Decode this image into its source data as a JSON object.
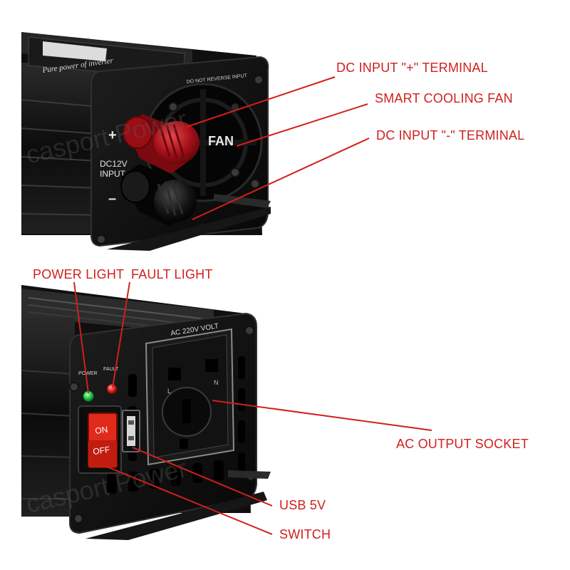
{
  "top_panel": {
    "warning_text": "DO NOT REVERSE INPUT",
    "polarity_plus": "+",
    "polarity_minus": "–",
    "input_label_line1": "DC12V",
    "input_label_line2": "INPUT",
    "fan_label": "FAN",
    "label_strip_text": "Pure power of inverter"
  },
  "bottom_panel": {
    "voltage_label": "AC 220V VOLT",
    "power_led_label": "POWER",
    "fault_led_label": "FAULT",
    "switch_on": "ON",
    "switch_off": "OFF",
    "socket_mark_l": "L",
    "socket_mark_n": "N"
  },
  "callouts": {
    "dc_plus": "DC INPUT \"+\" TERMINAL",
    "cooling_fan": "SMART COOLING FAN",
    "dc_minus": "DC INPUT \"-\" TERMINAL",
    "power_light": "POWER LIGHT",
    "fault_light": "FAULT LIGHT",
    "ac_socket": "AC OUTPUT SOCKET",
    "usb": "USB 5V",
    "switch": "SWITCH"
  },
  "watermark": "casport Power",
  "colors": {
    "callout_text": "#d0201c",
    "callout_line": "#d0201c",
    "housing": "#151515",
    "terminal_red": "#b5141c",
    "led_green": "#2fd04a",
    "led_red": "#e0261e",
    "switch_red": "#e02a1a"
  }
}
